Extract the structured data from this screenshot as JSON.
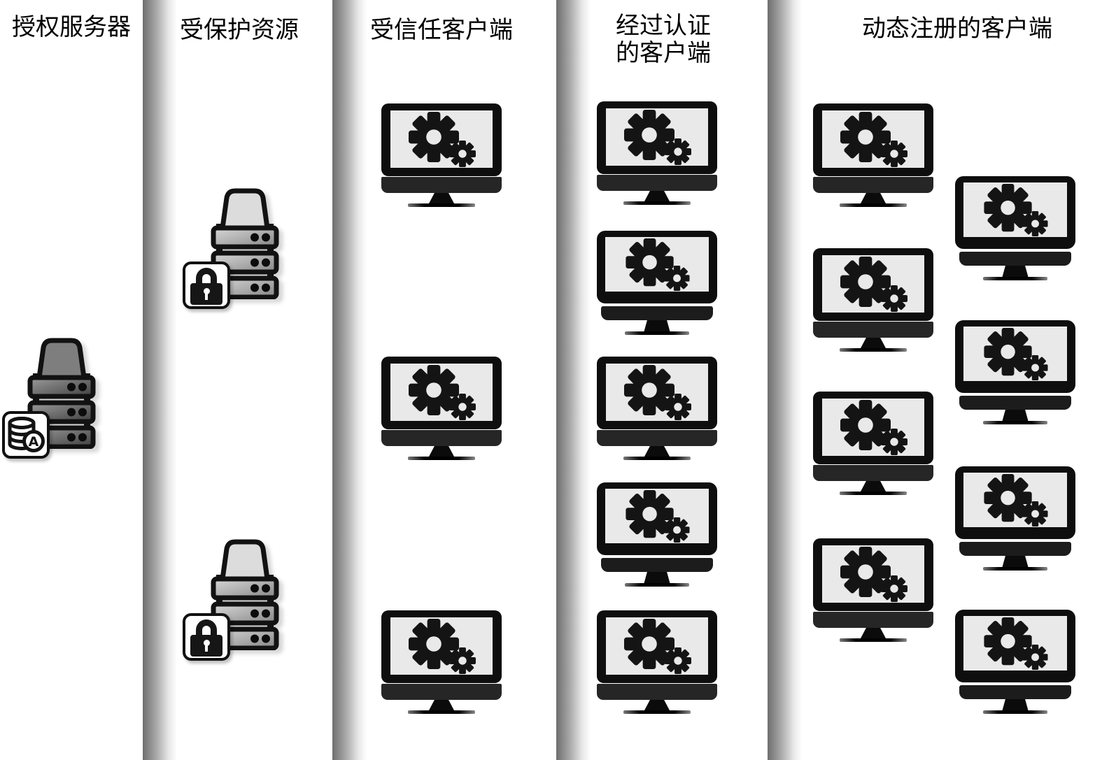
{
  "figure": {
    "columns": [
      {
        "id": "authorization-server",
        "title": "授权服务器",
        "icon": "server-rack-database-icon",
        "item_count": 1
      },
      {
        "id": "protected-resources",
        "title": "受保护资源",
        "icon": "server-rack-lock-icon",
        "item_count": 2
      },
      {
        "id": "trusted-clients",
        "title": "受信任客户端",
        "icon": "computer-gears-icon",
        "item_count": 3
      },
      {
        "id": "authenticated-clients",
        "title_line1": "经过认证",
        "title_line2": "的客户端",
        "icon": "computer-gears-icon",
        "item_count": 5
      },
      {
        "id": "dynamically-registered-clients",
        "title": "动态注册的客户端",
        "icon": "computer-gears-icon",
        "item_count": 8
      }
    ],
    "database_badge_letter": "A",
    "colors": {
      "background": "#ffffff",
      "monitor_frame": "#0e0e0e",
      "monitor_screen": "#e9e9e9",
      "divider_start": "#6e6e6e",
      "divider_end": "#ffffff",
      "text": "#000000"
    }
  }
}
